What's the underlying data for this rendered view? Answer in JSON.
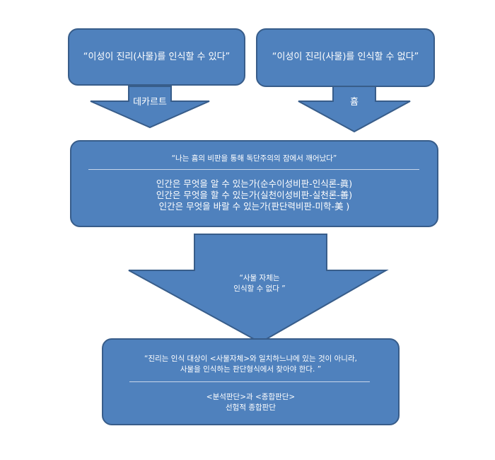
{
  "colors": {
    "fill": "#4f81bd",
    "stroke": "#385d8a",
    "text": "#ffffff"
  },
  "top_left": {
    "text": "“이성이 진리(사물)를  인식할 수 있다”",
    "arrow_label": "데카르트"
  },
  "top_right": {
    "text": "“이성이 진리(사물)를  인식할 수 없다”",
    "arrow_label": "흄"
  },
  "middle": {
    "quote": "“나는 흄의 비판을 통해 독단주의의 잠에서 깨어났다”",
    "lines": [
      "인간은 무엇을 알 수 있는가(순수이성비판-인식론-眞)",
      "인간은 무엇을 할 수 있는가(실천이성비판-실천론-善)",
      "인간은 무엇을 바랄 수 있는가(판단력비판-미학-美 )"
    ]
  },
  "big_arrow": {
    "line1": "“사물 자체는",
    "line2": "인식할 수 없다 ”"
  },
  "bottom": {
    "quote_line1": "“진리는 인식 대상이 <사물자체>와 일치하느냐에 있는 것이 아니라,",
    "quote_line2": "사물을 인식하는 판단형식에서 찾아야 한다. ”",
    "line1": "<분석판단>과 <종합판단>",
    "line2": "선험적 종합판단"
  }
}
